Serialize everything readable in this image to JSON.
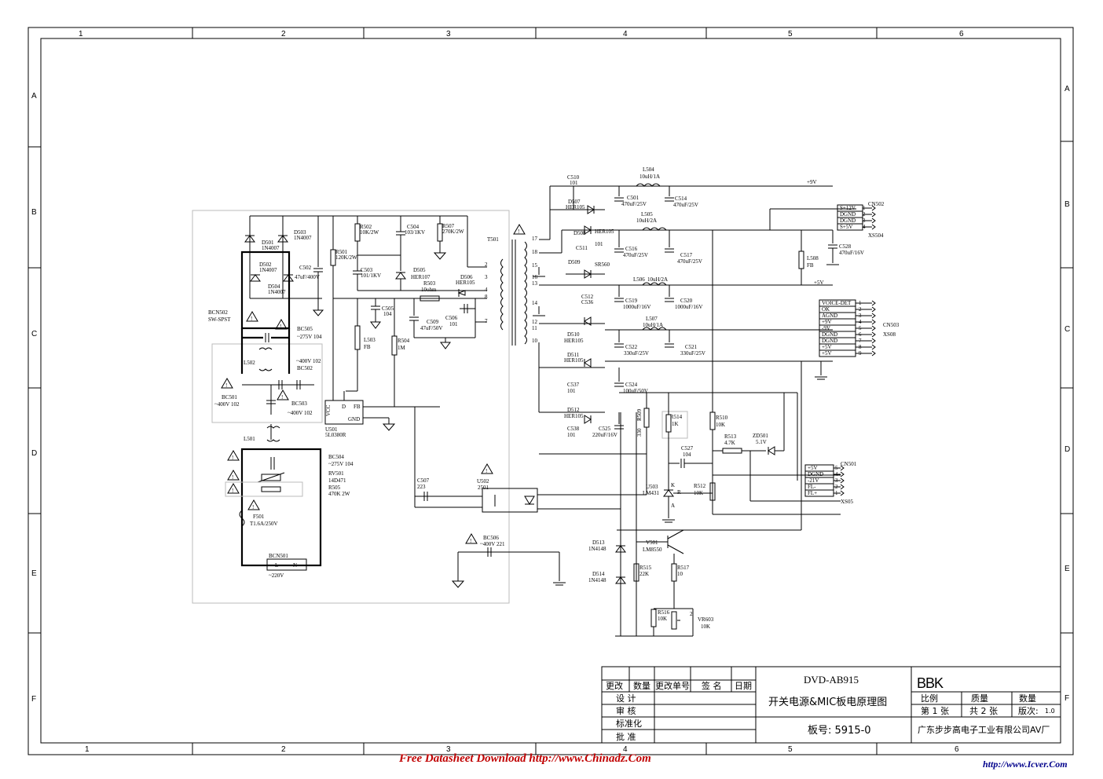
{
  "frame": {
    "columns": [
      "1",
      "2",
      "3",
      "4",
      "5",
      "6"
    ],
    "rows": [
      "A",
      "B",
      "C",
      "D",
      "E",
      "F"
    ]
  },
  "title_block": {
    "header_cells": [
      "更改",
      "数量",
      "更改单号",
      "签 名",
      "日期"
    ],
    "rows_left": [
      "设  计",
      "审  核",
      "标准化",
      "批  准"
    ],
    "model": "DVD-AB915",
    "title": "开关电源&MIC板电原理图",
    "board_no": "板号: 5915-0",
    "brand": "BBK",
    "ratio_label": "比例",
    "quality_label": "质量",
    "qty_label": "数量",
    "sheet": "第 1 张",
    "total": "共 2 张",
    "version_label": "版次:",
    "version": "1.0",
    "company": "广东步步高电子工业有限公司AV厂"
  },
  "footer": {
    "datasheet": "Free Datasheet Download http://www.Chinadz.Com",
    "icver": "http://www.Icver.Com"
  },
  "labels": {
    "d501": "D501",
    "d501v": "1N4007",
    "d503": "D503",
    "d503v": "1N4007",
    "d502": "D502",
    "d502v": "1N4007",
    "d504": "D504",
    "d504v": "1N4007",
    "c502": "C502",
    "c502v": "47uF/400V",
    "r502": "R502",
    "r502v": "10K/2W",
    "c504": "C504",
    "c504v": "103/1KV",
    "r507": "R507",
    "r507v": "270K/2W",
    "r501": "R501",
    "r501v": "120K/2W",
    "c503": "C503",
    "c503v": "101/1KV",
    "d505": "D505",
    "d505v": "HER107",
    "r503": "R503",
    "r503v": "10ohm",
    "d506": "D506",
    "d506v": "HER105",
    "t501": "T501",
    "c505": "C505",
    "c505v": "104",
    "c509": "C509",
    "c509v": "47uF/50V",
    "c506": "C506",
    "c506v": "101",
    "l503": "L503",
    "l503v": "FB",
    "r504": "R504",
    "r504v": "1M",
    "bcn502": "BCN502",
    "bcn502v": "SW-SPST",
    "bc505": "BC505",
    "bc505v": "~275V 104",
    "l502": "L502",
    "bc502": "BC502",
    "bc502v": "~400V 102",
    "bc501": "BC501",
    "bc501v": "~400V 102",
    "bc503": "BC503",
    "bc503v": "~400V 102",
    "u501": "U501",
    "u501v": "5L0380R",
    "vcc": "VCC",
    "pin_d": "D",
    "pin_fb": "FB",
    "pin_gnd": "GND",
    "l501": "L501",
    "bc504": "BC504",
    "bc504v": "~275V 104",
    "rv501": "RV501",
    "rv501v": "14D471",
    "r505": "R505",
    "r505v": "470K 2W",
    "f501": "F501",
    "f501v": "T1.6A/250V",
    "bcn501": "BCN501",
    "bcn501l": "L",
    "bcn501n": "N",
    "bcn501v": "~220V",
    "bc506": "BC506",
    "bc506v": "~400V 221",
    "c507": "C507",
    "c507v": "223",
    "u502": "U502",
    "u502v": "2501",
    "c510": "C510",
    "c510v": "101",
    "l504": "L504",
    "l504v": "10uH/1A",
    "c501": "C501",
    "c501v": "470uF/25V",
    "c514": "C514",
    "c514v": "470uF/25V",
    "d507": "D507",
    "d507v": "HER105",
    "plus9v": "+9V",
    "d508": "D508",
    "d508v": "HER105",
    "c511": "C511",
    "c511v": "101",
    "l505": "L505",
    "l505v": "10uH/2A",
    "c516": "C516",
    "c516v": "470uF/25V",
    "c517": "C517",
    "c517v": "470uF/25V",
    "d509": "D509",
    "d509v": "SR560",
    "l506": "L506",
    "l506v": "10uH/2A",
    "c512": "C512",
    "c536": "C536",
    "c519": "C519",
    "c519v": "1000uF/16V",
    "c520": "C520",
    "c520v": "1000uF/16V",
    "l507": "L507",
    "l507v": "10uH/1A",
    "d510": "D510",
    "d510v": "HER105",
    "c522": "C522",
    "c522v": "330uF/25V",
    "c521": "C521",
    "c521v": "330uF/25V",
    "d511": "D511",
    "d511v": "HER105",
    "c537": "C537",
    "c537v": "101",
    "c524": "C524",
    "c524v": "100uF/50V",
    "d512": "D512",
    "d512v": "HER105",
    "c538": "C538",
    "c538v": "101",
    "c525": "C525",
    "c525v": "220uF/16V",
    "r509": "R509",
    "r509v": "330",
    "r514": "R514",
    "r514v": "1K",
    "r510": "R510",
    "r510v": "10K",
    "r513": "R513",
    "r513v": "4.7K",
    "zd501": "ZD501",
    "zd501v": "5.1V",
    "c527": "C527",
    "c527v": "104",
    "u503": "U503",
    "u503v": "LM431",
    "pin_k": "K",
    "pin_r": "R",
    "pin_a": "A",
    "r512": "R512",
    "r512v": "10K",
    "d513": "D513",
    "d513v": "1N4148",
    "d514": "D514",
    "d514v": "1N4148",
    "v501": "V501",
    "v501v": "LM8550",
    "r515": "R515",
    "r515v": "22K",
    "r517": "R517",
    "r517v": "10",
    "r516": "R516",
    "r516v": "10K",
    "vr603": "VR603",
    "vr603v": "10K",
    "l508": "L508",
    "l508v": "FB",
    "c528": "C528",
    "c528v": "470uF/16V",
    "plus5v": "+5V",
    "cn502": "CN502",
    "xs504": "XS504",
    "cn503": "CN503",
    "xs08": "XS08",
    "cn501": "CN501",
    "xs05": "XS05",
    "t_p17": "17",
    "t_p18": "18",
    "t_p15": "15",
    "t_p16": "16",
    "t_p13": "13",
    "t_p14": "14",
    "t_p12": "12",
    "t_p11": "11",
    "t_p10": "10",
    "t_p2": "2",
    "t_p3": "3",
    "t_p4": "4",
    "t_p8": "8",
    "t_p7": "7"
  },
  "cn502_pins": [
    {
      "name": "S+12V",
      "pin": "1"
    },
    {
      "name": "DGND",
      "pin": "2"
    },
    {
      "name": "DGND",
      "pin": "3"
    },
    {
      "name": "S+5V",
      "pin": "4"
    }
  ],
  "cn503_pins": [
    {
      "name": "VOICE-DET",
      "pin": "1"
    },
    {
      "name": "OK",
      "pin": "2"
    },
    {
      "name": "AGND",
      "pin": "3"
    },
    {
      "name": "+9V",
      "pin": "4"
    },
    {
      "name": "-9V",
      "pin": "5"
    },
    {
      "name": "DGND",
      "pin": "6"
    },
    {
      "name": "DGND",
      "pin": "7"
    },
    {
      "name": "+5V",
      "pin": "8"
    },
    {
      "name": "+5V",
      "pin": "9"
    }
  ],
  "cn501_pins": [
    {
      "name": "+5V",
      "pin": "5"
    },
    {
      "name": "DGND",
      "pin": "4"
    },
    {
      "name": "-21V",
      "pin": "3"
    },
    {
      "name": "FL-",
      "pin": "2"
    },
    {
      "name": "FL+",
      "pin": "1"
    }
  ]
}
